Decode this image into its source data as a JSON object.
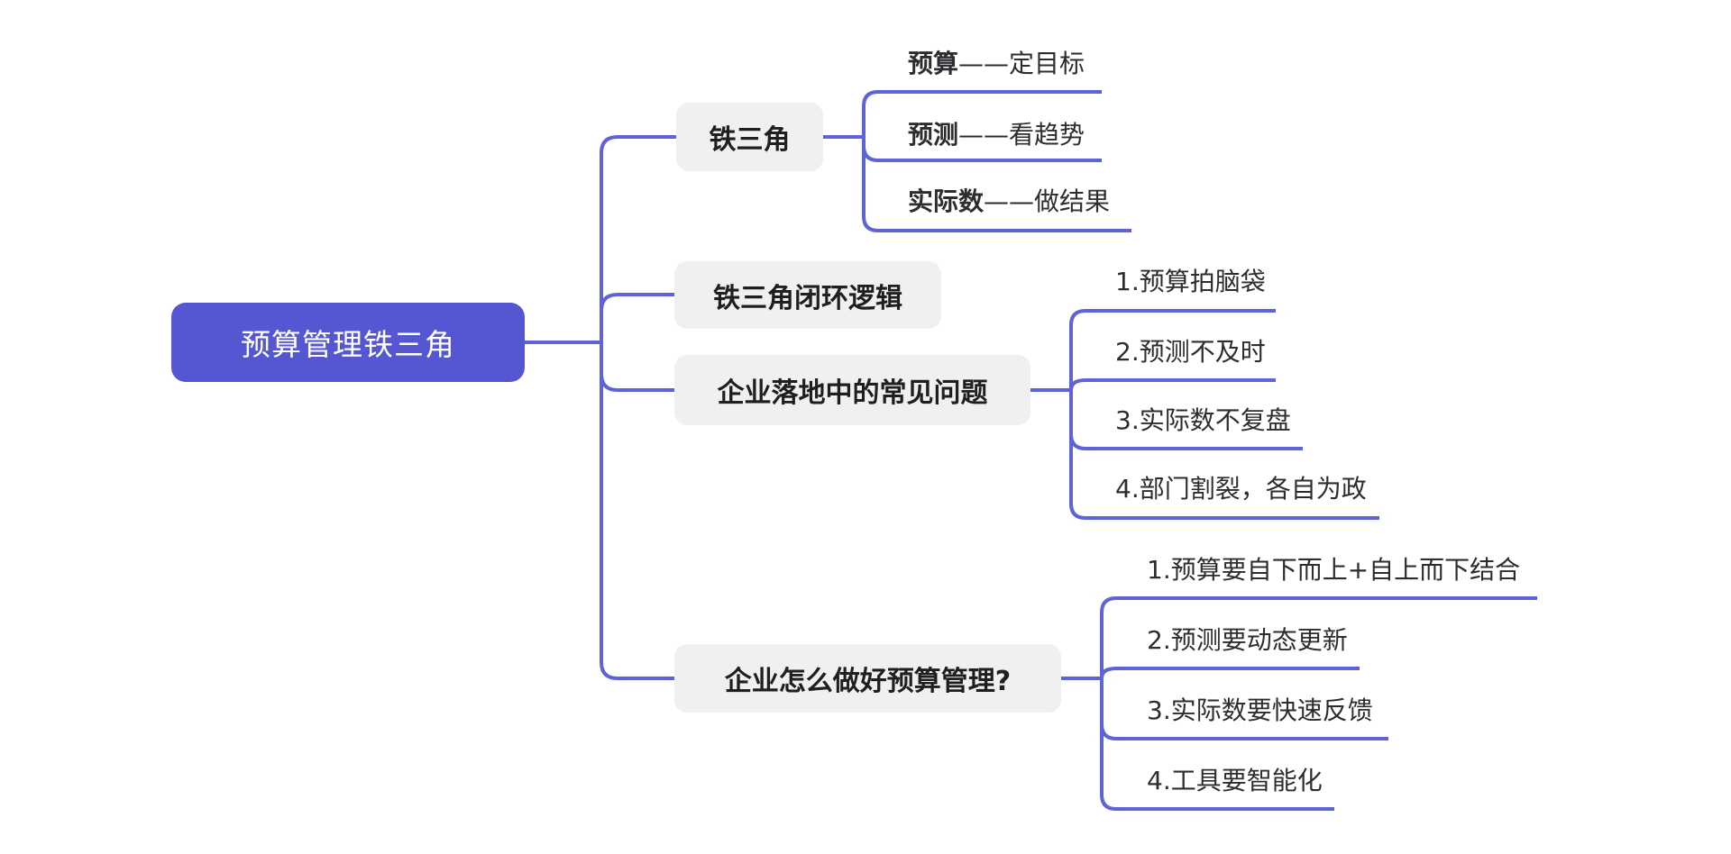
{
  "colors": {
    "root_fill": "#5457d1",
    "root_text": "#ffffff",
    "connector": "#5f63d8",
    "branch_fill": "#f0f0f0",
    "branch_text": "#1f1f1f",
    "leaf_text": "#2d2d30",
    "canvas": "#ffffff"
  },
  "root": {
    "label": "预算管理铁三角"
  },
  "branches": [
    {
      "label": "铁三角",
      "children": [
        {
          "bold": "预算",
          "rest": "——定目标"
        },
        {
          "bold": "预测",
          "rest": "——看趋势"
        },
        {
          "bold": "实际数",
          "rest": "——做结果"
        }
      ]
    },
    {
      "label": "铁三角闭环逻辑",
      "children": []
    },
    {
      "label": "企业落地中的常见问题",
      "children": [
        {
          "text": "1.预算拍脑袋"
        },
        {
          "text": "2.预测不及时"
        },
        {
          "text": "3.实际数不复盘"
        },
        {
          "text": "4.部门割裂，各自为政"
        }
      ]
    },
    {
      "label": "企业怎么做好预算管理?",
      "children": [
        {
          "text": "1.预算要自下而上+自上而下结合"
        },
        {
          "text": "2.预测要动态更新"
        },
        {
          "text": "3.实际数要快速反馈"
        },
        {
          "text": "4.工具要智能化"
        }
      ]
    }
  ]
}
